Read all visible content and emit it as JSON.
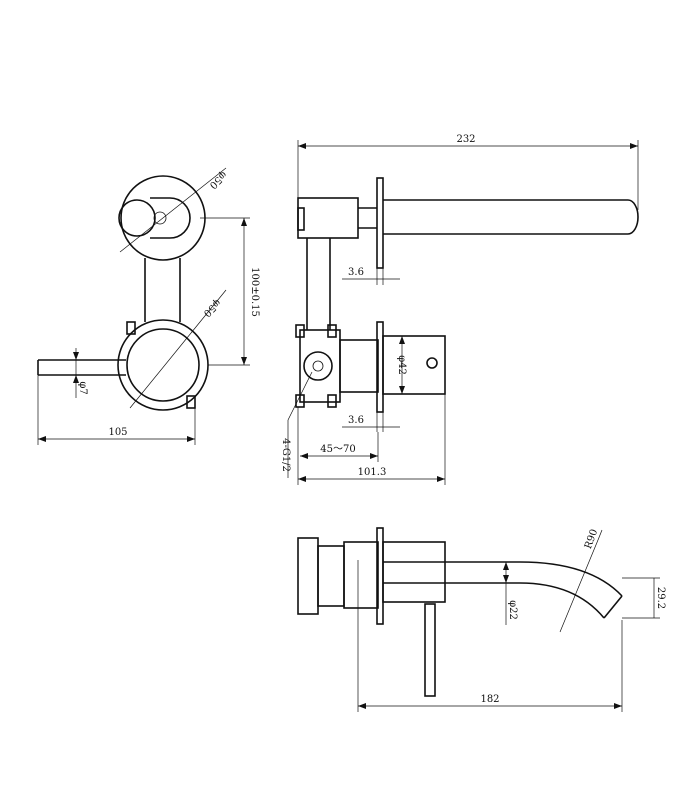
{
  "dimensions": {
    "overall_length": "232",
    "plate_thickness_top": "3.6",
    "plate_thickness_mid": "3.6",
    "body_diameter": "φ42",
    "depth_range": "45～70",
    "total_depth": "101.3",
    "thread": "4-G1/2",
    "rosette_dia_top": "φ50",
    "rosette_dia_bottom": "φ50",
    "center_distance": "100±0.15",
    "lever_dia": "φ7",
    "lever_length": "105",
    "bend_radius": "R90",
    "spout_dia": "φ22",
    "spout_end": "29.2",
    "spout_reach": "182"
  }
}
